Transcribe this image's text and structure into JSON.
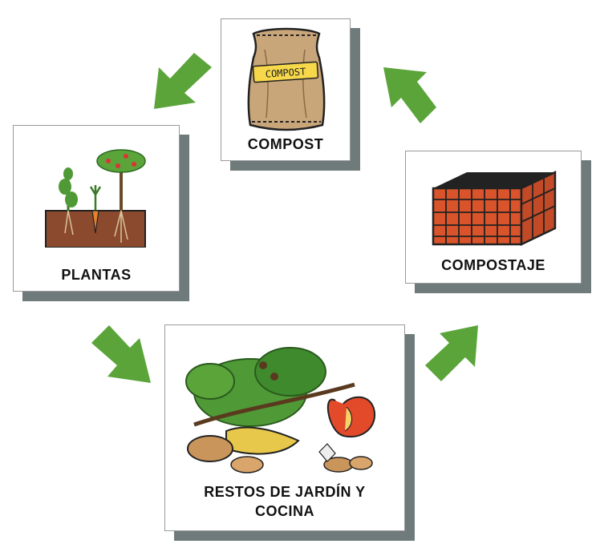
{
  "cards": {
    "compost": {
      "label": "COMPOST",
      "bag_text": "COMPOST"
    },
    "compostaje": {
      "label": "COMPOSTAJE"
    },
    "plantas": {
      "label": "PLANTAS"
    },
    "restos": {
      "label_line1": "RESTOS DE JARDÍN Y",
      "label_line2": "COCINA"
    }
  },
  "colors": {
    "arrow": "#5aa43a",
    "shadow": "#6f7a7a",
    "soil": "#8b4a2e",
    "crate": "#d9532b",
    "bag": "#c9a67a"
  },
  "icons": [
    "arrow-icon",
    "compost-bag-icon",
    "compost-crate-icon",
    "plants-icon",
    "garden-waste-icon"
  ]
}
